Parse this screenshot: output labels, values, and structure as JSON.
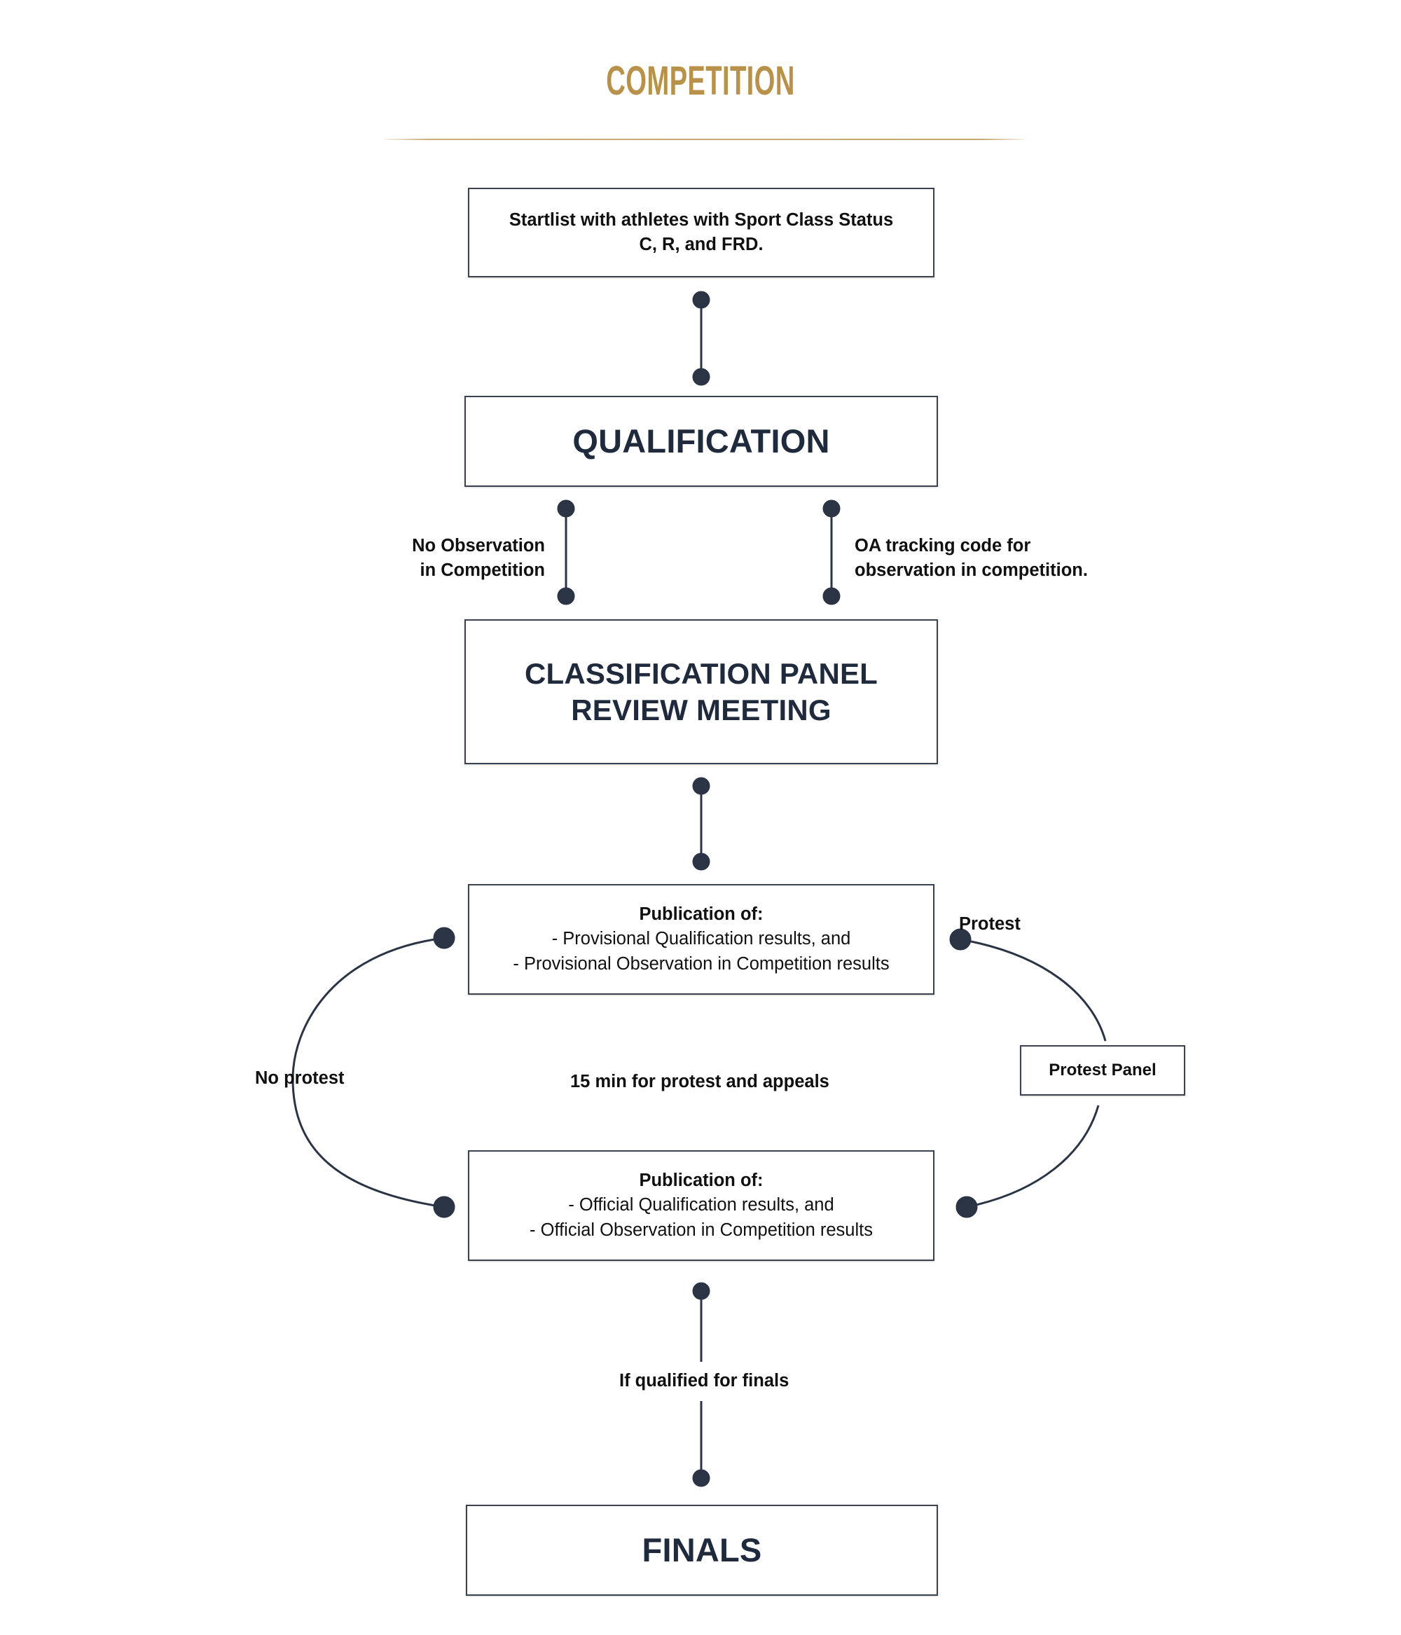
{
  "header": {
    "title": "COMPETITION",
    "accent_color": "#b8924a",
    "rule": "horizontal-rule"
  },
  "colors": {
    "accent_gold": "#b8924a",
    "navy_text": "#1f2a3c",
    "body_text": "#101010",
    "border": "#39424e",
    "connector": "#2b3445",
    "background": "#ffffff"
  },
  "chart_data": {
    "type": "diagram",
    "title": "COMPETITION",
    "nodes": [
      {
        "id": "startlist",
        "label": "Startlist with athletes with Sport Class Status C, R, and FRD.",
        "style": "body"
      },
      {
        "id": "qualification",
        "label": "QUALIFICATION",
        "style": "headline"
      },
      {
        "id": "panel",
        "label": "CLASSIFICATION PANEL REVIEW MEETING",
        "style": "headline"
      },
      {
        "id": "pub_prov",
        "label": "Publication of: - Provisional Qualification results, and - Provisional Observation in Competition results",
        "style": "body"
      },
      {
        "id": "protest_panel",
        "label": "Protest Panel",
        "style": "body"
      },
      {
        "id": "pub_off",
        "label": "Publication of: - Official Qualification results, and - Official Observation in Competition results",
        "style": "body"
      },
      {
        "id": "finals",
        "label": "FINALS",
        "style": "headline"
      }
    ],
    "edges": [
      {
        "from": "startlist",
        "to": "qualification",
        "label": ""
      },
      {
        "from": "qualification",
        "to": "panel",
        "label": "No Observation in Competition"
      },
      {
        "from": "qualification",
        "to": "panel",
        "label": "OA tracking code for observation in competition."
      },
      {
        "from": "panel",
        "to": "pub_prov",
        "label": ""
      },
      {
        "from": "pub_prov",
        "to": "pub_off",
        "label": "No protest"
      },
      {
        "from": "pub_prov",
        "to": "protest_panel",
        "label": "Protest"
      },
      {
        "from": "protest_panel",
        "to": "pub_off",
        "label": ""
      },
      {
        "from": "pub_off",
        "to": "finals",
        "label": "If qualified for finals"
      }
    ],
    "annotations": [
      "15 min for protest and appeals"
    ]
  },
  "nodes": {
    "startlist": {
      "line1": "Startlist with athletes with Sport Class Status",
      "line2": "C, R, and FRD."
    },
    "qualification": {
      "label": "QUALIFICATION"
    },
    "panel": {
      "line1": "CLASSIFICATION PANEL",
      "line2": "REVIEW MEETING"
    },
    "publication_provisional": {
      "title": "Publication of:",
      "item1": "- Provisional Qualification results, and",
      "item2": "- Provisional Observation in Competition results"
    },
    "protest_panel": {
      "label": "Protest Panel"
    },
    "publication_official": {
      "title": "Publication of:",
      "item1": "- Official Qualification results, and",
      "item2": "- Official Observation in Competition results"
    },
    "finals": {
      "label": "FINALS"
    }
  },
  "edge_labels": {
    "no_observation": "No Observation\nin Competition",
    "oa_tracking": "OA tracking code for\nobservation in competition.",
    "protest": "Protest",
    "no_protest": "No protest",
    "fifteen_min": "15 min for protest and appeals",
    "if_qualified": "If qualified for finals"
  }
}
